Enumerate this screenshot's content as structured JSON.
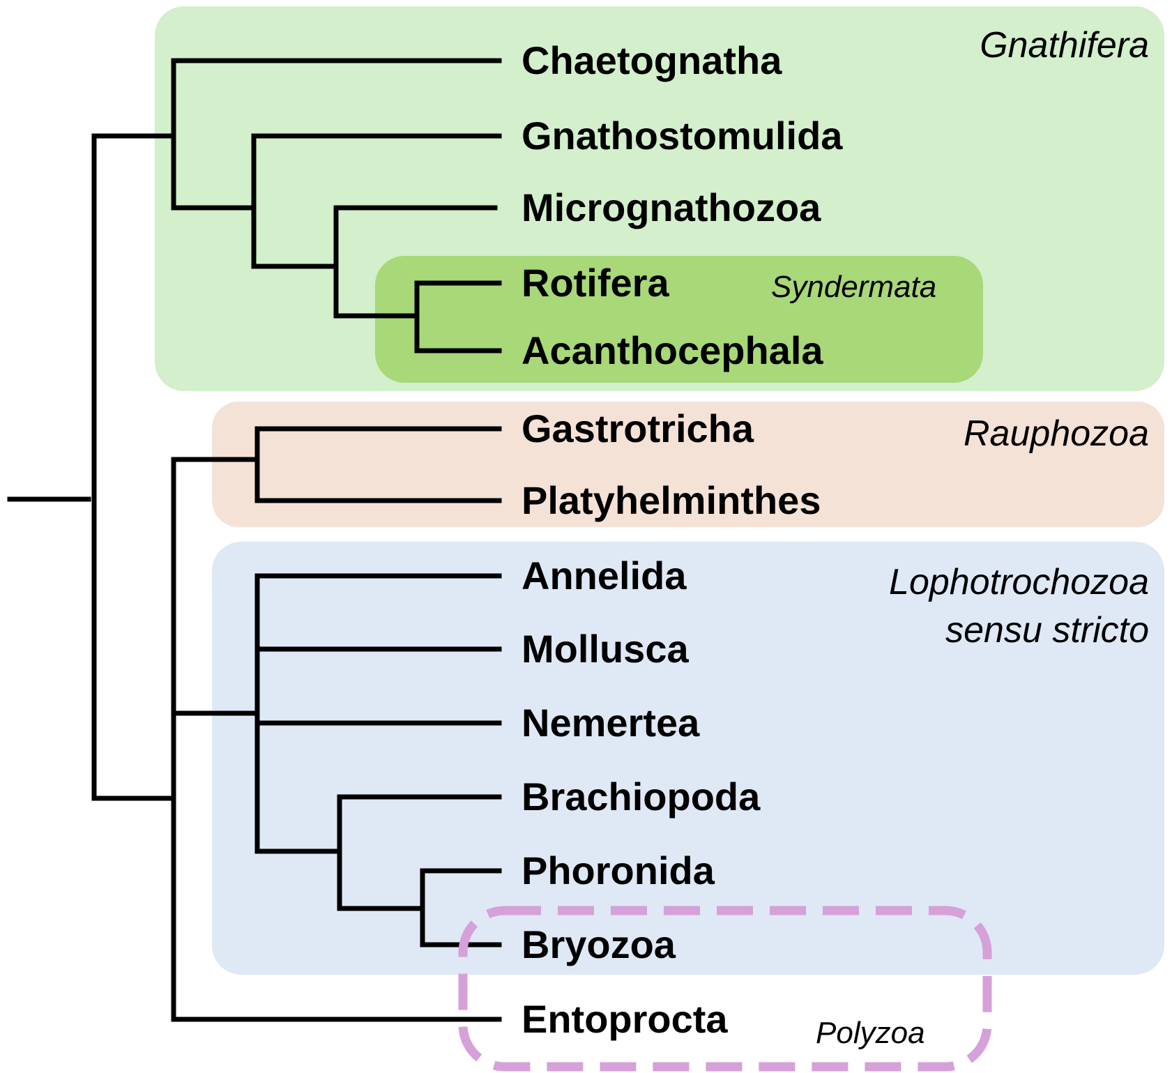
{
  "taxa": [
    "Chaetognatha",
    "Gnathostomulida",
    "Micrognathozoa",
    "Rotifera",
    "Acanthocephala",
    "Gastrotricha",
    "Platyhelminthes",
    "Annelida",
    "Mollusca",
    "Nemertea",
    "Brachiopoda",
    "Phoronida",
    "Bryozoa",
    "Entoprocta"
  ],
  "clades": {
    "gnathifera": {
      "label": "Gnathifera",
      "color": "#d3efcc"
    },
    "syndermata": {
      "label": "Syndermata",
      "color": "#a8d878"
    },
    "rauphozoa": {
      "label": "Rauphozoa",
      "color": "#f5e2d6"
    },
    "lophotrochozoa": {
      "line1": "Lophotrochozoa",
      "line2": "sensu stricto",
      "color": "#dfe8f5"
    },
    "polyzoa": {
      "label": "Polyzoa",
      "color": "#d6a0d8"
    }
  },
  "branch_color": "#000000"
}
